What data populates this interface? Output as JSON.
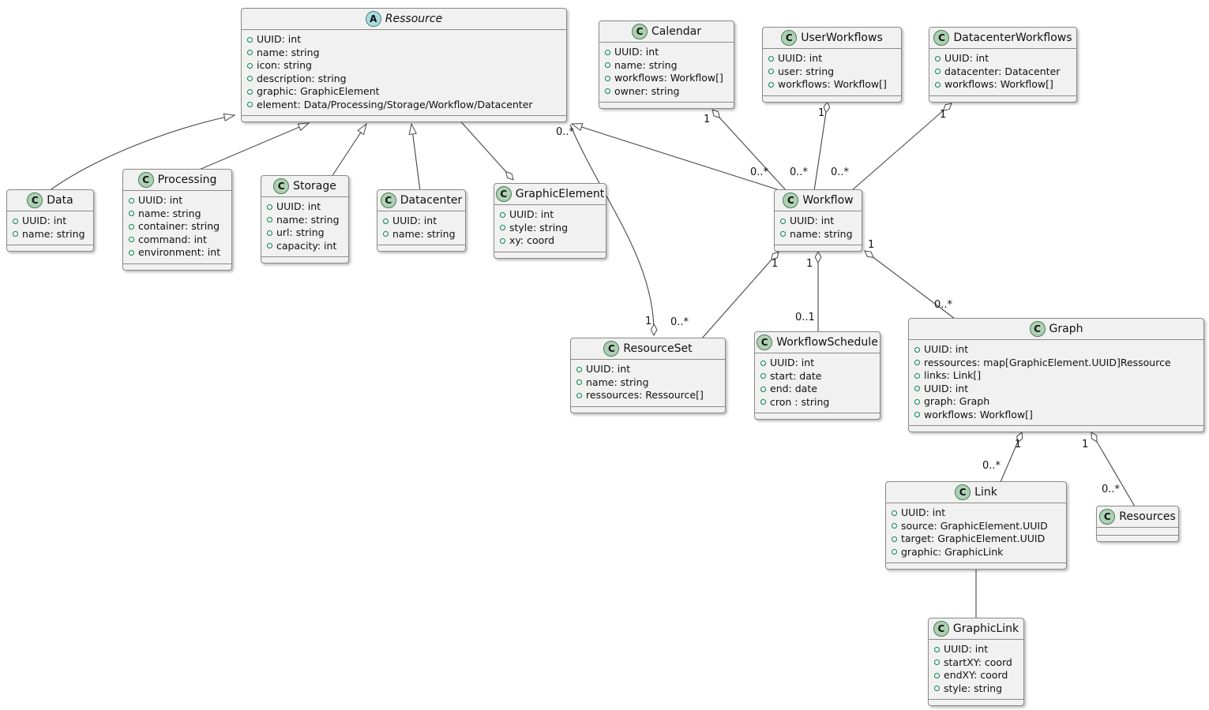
{
  "colors": {
    "box_bg": "#f1f1f1",
    "box_border": "#8a8a8a",
    "line": "#454645",
    "class_icon_bg": "#add1b2",
    "abstract_icon_bg": "#a9dcdf",
    "field_ring": "#038048"
  },
  "classes": {
    "ressource": {
      "icon_letter": "A",
      "stereotype": "abstract",
      "name": "Ressource",
      "attributes": [
        "UUID: int",
        "name: string",
        "icon: string",
        "description: string",
        "graphic: GraphicElement",
        "element: Data/Processing/Storage/Workflow/Datacenter"
      ]
    },
    "calendar": {
      "icon_letter": "C",
      "name": "Calendar",
      "attributes": [
        "UUID: int",
        "name: string",
        "workflows: Workflow[]",
        "owner: string"
      ]
    },
    "user_workflows": {
      "icon_letter": "C",
      "name": "UserWorkflows",
      "attributes": [
        "UUID: int",
        "user: string",
        "workflows: Workflow[]"
      ]
    },
    "datacenter_workflows": {
      "icon_letter": "C",
      "name": "DatacenterWorkflows",
      "attributes": [
        "UUID: int",
        "datacenter: Datacenter",
        "workflows: Workflow[]"
      ]
    },
    "data": {
      "icon_letter": "C",
      "name": "Data",
      "attributes": [
        "UUID: int",
        "name: string"
      ]
    },
    "processing": {
      "icon_letter": "C",
      "name": "Processing",
      "attributes": [
        "UUID: int",
        "name: string",
        "container: string",
        "command: int",
        "environment: int"
      ]
    },
    "storage": {
      "icon_letter": "C",
      "name": "Storage",
      "attributes": [
        "UUID: int",
        "name: string",
        "url: string",
        "capacity: int"
      ]
    },
    "datacenter": {
      "icon_letter": "C",
      "name": "Datacenter",
      "attributes": [
        "UUID: int",
        "name: string"
      ]
    },
    "graphic_element": {
      "icon_letter": "C",
      "name": "GraphicElement",
      "attributes": [
        "UUID: int",
        "style: string",
        "xy: coord"
      ]
    },
    "workflow": {
      "icon_letter": "C",
      "name": "Workflow",
      "attributes": [
        "UUID: int",
        "name: string"
      ]
    },
    "resource_set": {
      "icon_letter": "C",
      "name": "ResourceSet",
      "attributes": [
        "UUID: int",
        "name: string",
        "ressources: Ressource[]"
      ]
    },
    "workflow_schedule": {
      "icon_letter": "C",
      "name": "WorkflowSchedule",
      "attributes": [
        "UUID: int",
        "start: date",
        "end: date",
        "cron : string"
      ]
    },
    "graph": {
      "icon_letter": "C",
      "name": "Graph",
      "attributes": [
        "UUID: int",
        "ressources: map[GraphicElement.UUID]Ressource",
        "links: Link[]",
        "UUID: int",
        "graph: Graph",
        "workflows: Workflow[]"
      ]
    },
    "link": {
      "icon_letter": "C",
      "name": "Link",
      "attributes": [
        "UUID: int",
        "source: GraphicElement.UUID",
        "target: GraphicElement.UUID",
        "graphic: GraphicLink"
      ]
    },
    "resources": {
      "icon_letter": "C",
      "name": "Resources",
      "attributes": []
    },
    "graphic_link": {
      "icon_letter": "C",
      "name": "GraphicLink",
      "attributes": [
        "UUID: int",
        "startXY: coord",
        "endXY: coord",
        "style: string"
      ]
    }
  },
  "edge_labels": {
    "ressource_resourceset": {
      "ressource_end": "0..*",
      "resourceset_end": "1"
    },
    "calendar_workflow": {
      "calendar_end": "1",
      "workflow_end": "0..*"
    },
    "userworkflows_workflow": {
      "userworkflows_end": "1",
      "workflow_end": "0..*"
    },
    "datacenterworkflows_workflow": {
      "datacenterworkflows_end": "1",
      "workflow_end": "0..*"
    },
    "workflow_resourceset": {
      "workflow_end": "1",
      "resourceset_end": "0..*"
    },
    "workflow_workflowschedule": {
      "workflow_end": "1",
      "schedule_end": "0..1"
    },
    "workflow_graph": {
      "workflow_end": "1",
      "graph_end": "0..*"
    },
    "graph_link": {
      "graph_end": "1",
      "link_end": "0..*"
    },
    "graph_resources": {
      "graph_end": "1",
      "resources_end": "0..*"
    }
  }
}
